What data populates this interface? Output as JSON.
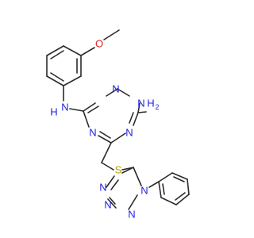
{
  "molecule": {
    "atoms": {
      "o_methoxy": "O",
      "nh_aniline": "N",
      "h_aniline": "H",
      "n_triazine_top": "N",
      "n_triazine_left": "N",
      "n_triazine_right": "N",
      "nh2_n": "N",
      "nh2_h": "H",
      "nh2_sub": "2",
      "s_thioether": "S",
      "n_tetrazole_1": "N",
      "n_tetrazole_2": "N",
      "n_tetrazole_3": "N",
      "n_tetrazole_4": "N"
    },
    "colors": {
      "bond": "#2b2b2b",
      "nitrogen": "#1f1fe0",
      "oxygen": "#e02020",
      "sulfur": "#b8a000",
      "background": "#ffffff"
    }
  }
}
